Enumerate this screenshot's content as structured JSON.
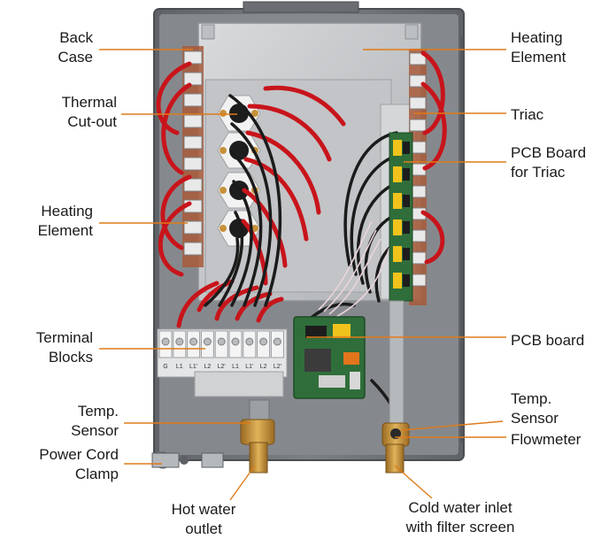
{
  "labels": {
    "back_case": [
      "Back",
      "Case"
    ],
    "thermal_cutout": [
      "Thermal",
      "Cut-out"
    ],
    "heating_element_left": [
      "Heating",
      "Element"
    ],
    "terminal_blocks": [
      "Terminal",
      "Blocks"
    ],
    "temp_sensor_left": [
      "Temp.",
      "Sensor"
    ],
    "power_cord_clamp": [
      "Power Cord",
      "Clamp"
    ],
    "hot_water_outlet": [
      "Hot water",
      "outlet"
    ],
    "heating_element_right": [
      "Heating",
      "Element"
    ],
    "triac": [
      "Triac"
    ],
    "pcb_board_triac": [
      "PCB Board",
      "for Triac"
    ],
    "pcb_board": [
      "PCB board"
    ],
    "temp_sensor_right": [
      "Temp.",
      "Sensor"
    ],
    "flowmeter": [
      "Flowmeter"
    ],
    "cold_water_inlet": [
      "Cold water inlet",
      "with filter screen"
    ]
  },
  "terminal_markings": [
    "G",
    "L1",
    "L1'",
    "L2",
    "L2'",
    "L1",
    "L1'",
    "L2",
    "L2'"
  ],
  "colors": {
    "leader_line": "#e07b1a",
    "case": "#6f7377",
    "case_inner": "#8a8e92",
    "plate": "#c9cbcd",
    "wire_red": "#c8141b",
    "wire_black": "#1b1b1b",
    "brass": "#c7913a",
    "pcb_green": "#2f6e3a"
  }
}
